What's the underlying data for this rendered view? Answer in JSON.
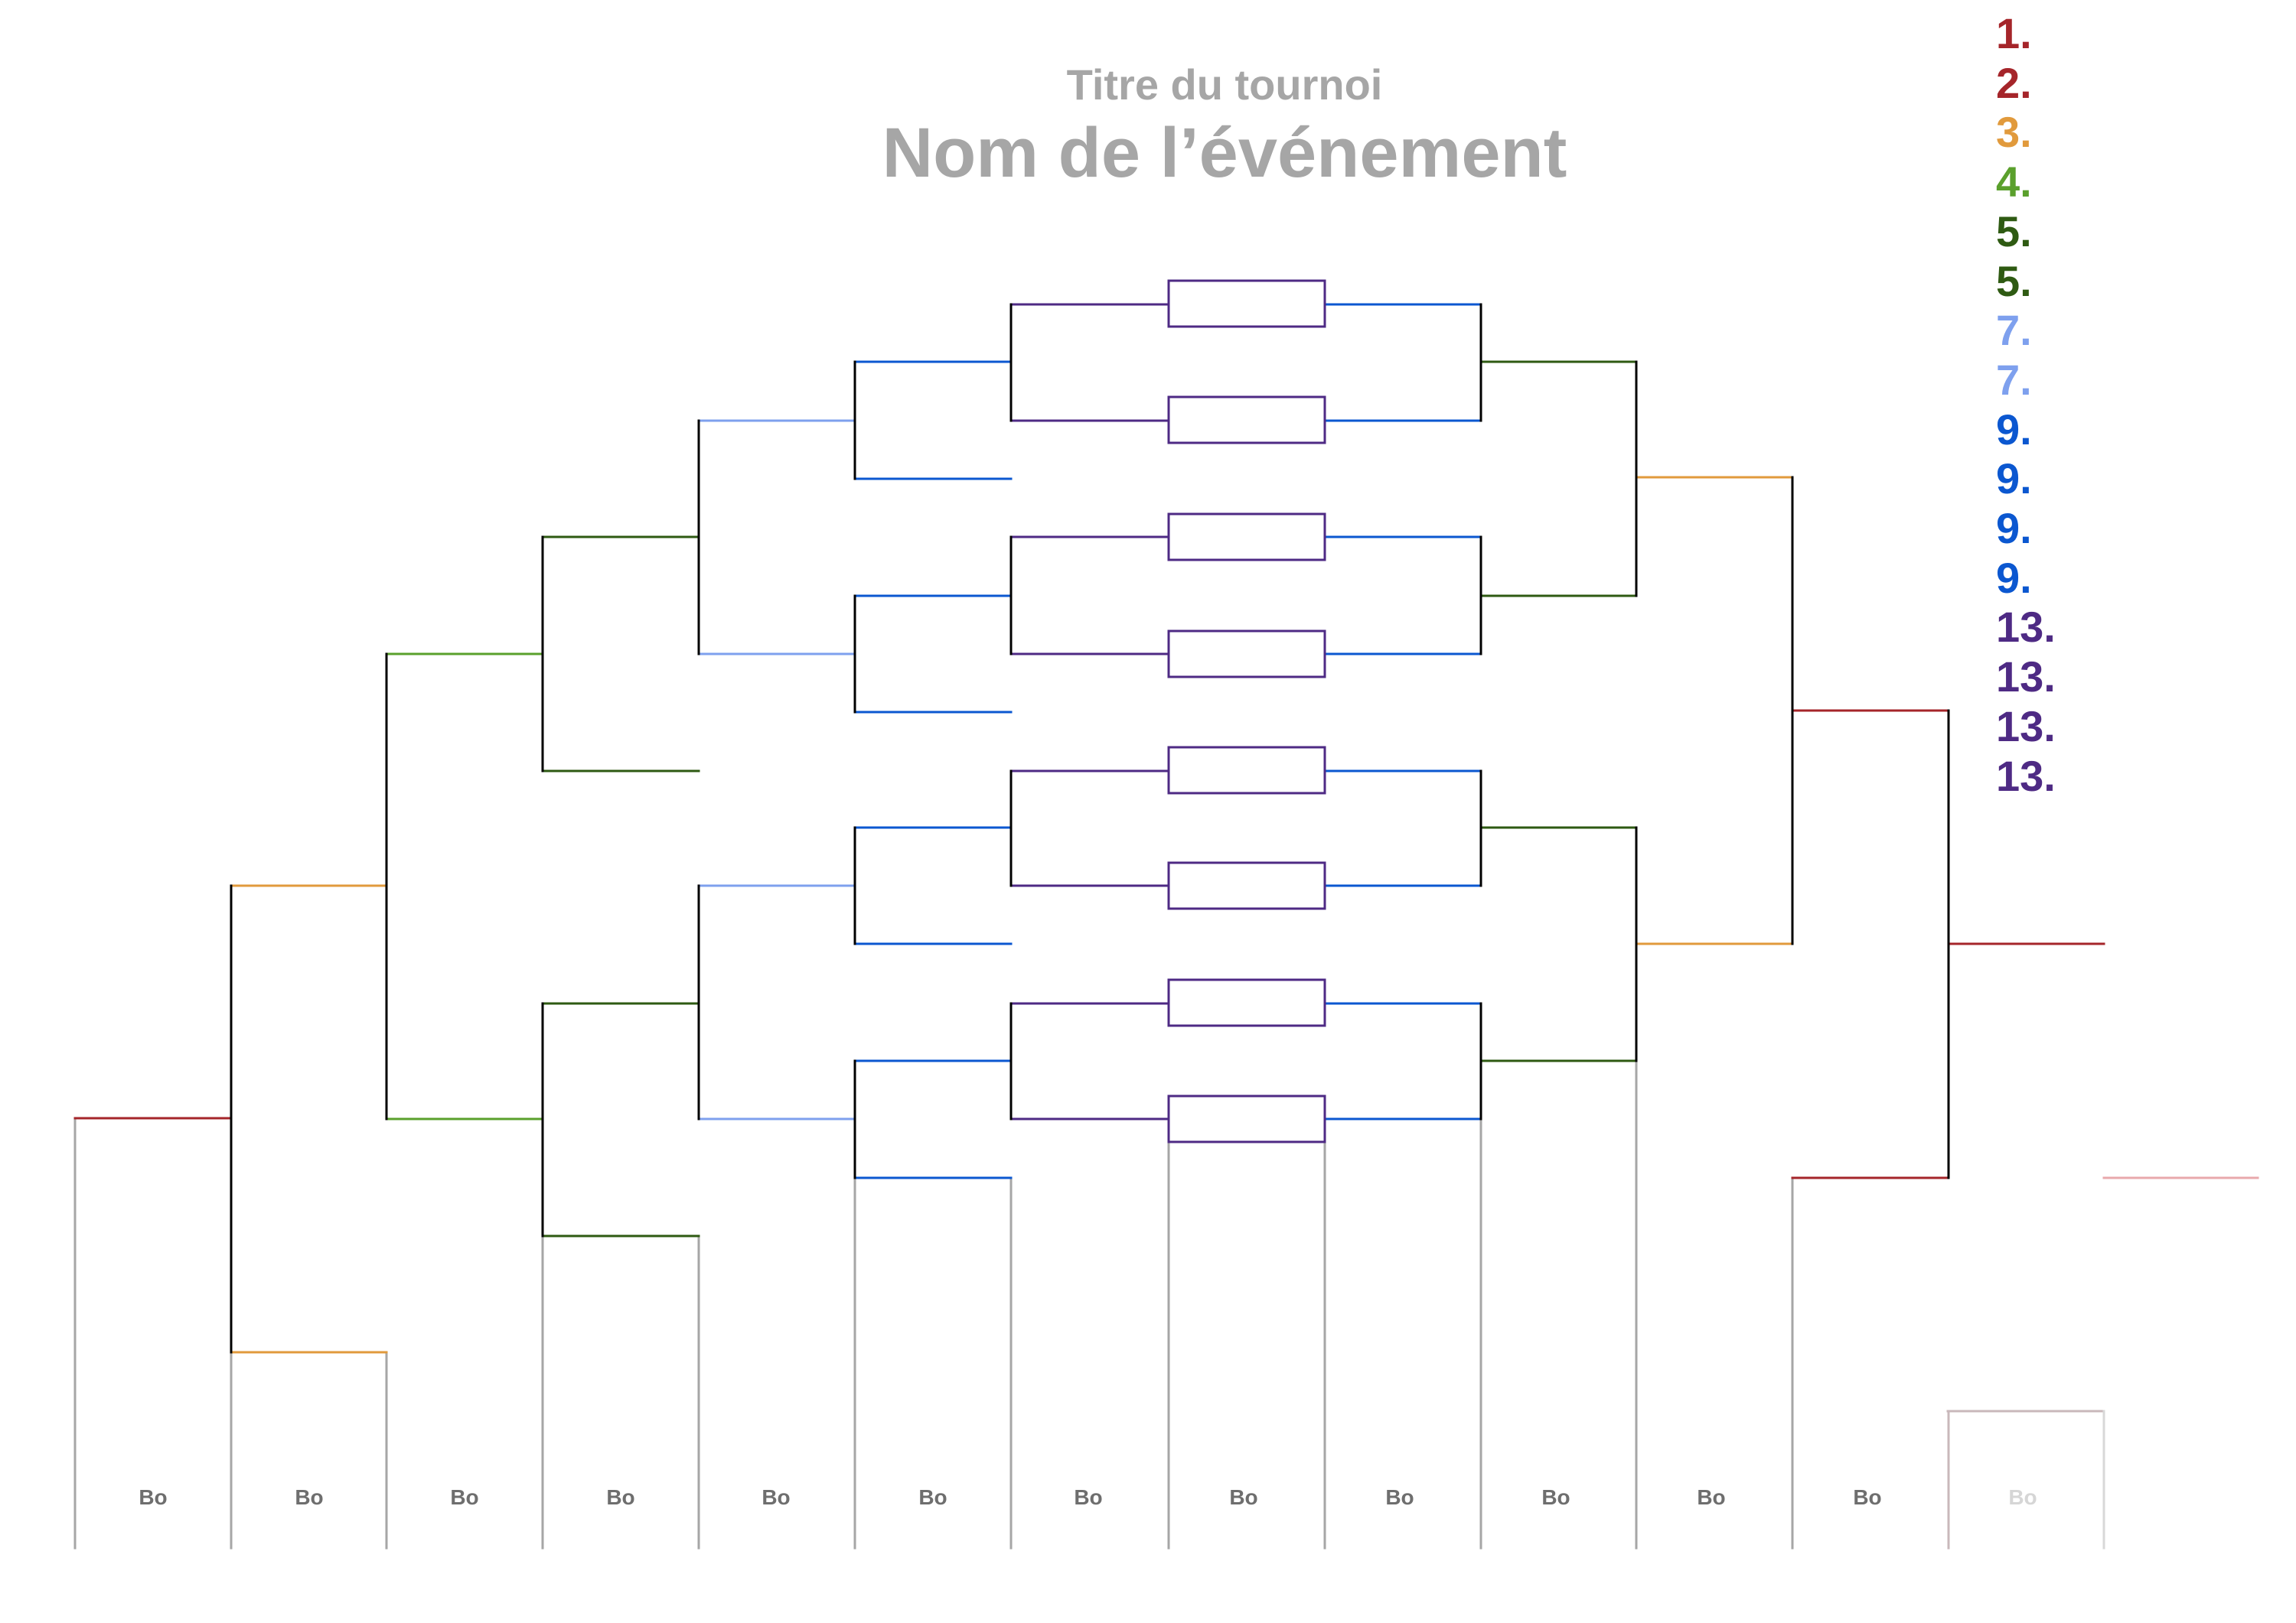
{
  "header": {
    "subtitle": "Titre du tournoi",
    "title": "Nom de l’événement"
  },
  "standings": [
    {
      "label": "1.",
      "color": "#a5252a"
    },
    {
      "label": "2.",
      "color": "#a5252a"
    },
    {
      "label": "3.",
      "color": "#e19a3c"
    },
    {
      "label": "4.",
      "color": "#5aa02c"
    },
    {
      "label": "5.",
      "color": "#2e5a12"
    },
    {
      "label": "5.",
      "color": "#2e5a12"
    },
    {
      "label": "7.",
      "color": "#7ea0ee"
    },
    {
      "label": "7.",
      "color": "#7ea0ee"
    },
    {
      "label": "9.",
      "color": "#0b57d0"
    },
    {
      "label": "9.",
      "color": "#0b57d0"
    },
    {
      "label": "9.",
      "color": "#0b57d0"
    },
    {
      "label": "9.",
      "color": "#0b57d0"
    },
    {
      "label": "13.",
      "color": "#4e2a84"
    },
    {
      "label": "13.",
      "color": "#4e2a84"
    },
    {
      "label": "13.",
      "color": "#4e2a84"
    },
    {
      "label": "13.",
      "color": "#4e2a84"
    }
  ],
  "columns": [
    {
      "label": "Bo"
    },
    {
      "label": "Bo"
    },
    {
      "label": "Bo"
    },
    {
      "label": "Bo"
    },
    {
      "label": "Bo"
    },
    {
      "label": "Bo"
    },
    {
      "label": "Bo"
    },
    {
      "label": "Bo"
    },
    {
      "label": "Bo"
    },
    {
      "label": "Bo"
    },
    {
      "label": "Bo"
    },
    {
      "label": "Bo"
    },
    {
      "label": "Bo"
    }
  ],
  "colors": {
    "placement_1_2": "#a5252a",
    "placement_3": "#e19a3c",
    "placement_4": "#5aa02c",
    "placement_5": "#2e5a12",
    "placement_7": "#7ea0ee",
    "placement_9": "#0b57d0",
    "placement_13": "#4e2a84",
    "connector": "#000000",
    "column_divider": "#a6a6a6"
  }
}
